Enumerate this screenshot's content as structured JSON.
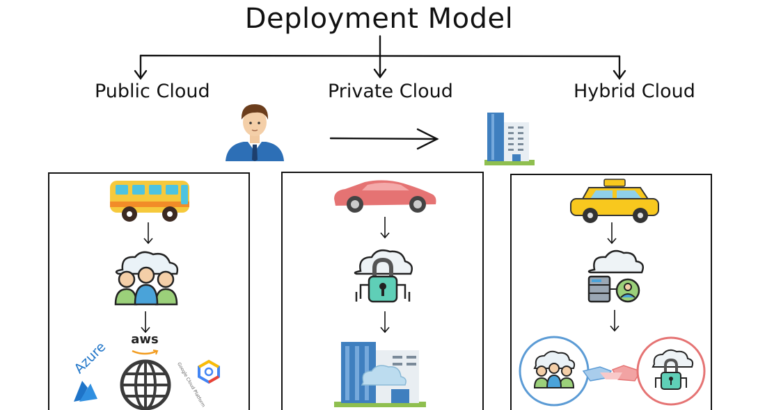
{
  "title": "Deployment Model",
  "categories": [
    {
      "label": "Public Cloud"
    },
    {
      "label": "Private Cloud"
    },
    {
      "label": "Hybrid Cloud"
    }
  ],
  "logos": {
    "aws": "aws",
    "azure": "Azure",
    "google": "Google Cloud Platform"
  },
  "icons": {
    "public": [
      "bus-icon",
      "people-cloud-icon",
      "globe-icon"
    ],
    "private": [
      "car-icon",
      "cloud-lock-icon",
      "building-cloud-icon"
    ],
    "hybrid": [
      "taxi-icon",
      "server-user-cloud-icon",
      "handshake-icon"
    ]
  },
  "colors": {
    "ink": "#111111",
    "bus": "#f6c93c",
    "car": "#e57373",
    "taxi": "#f8c81e",
    "building": "#3f7fbf",
    "ring_blue": "#5b9bd5",
    "ring_red": "#e57373",
    "lock": "#5fcfb7"
  }
}
